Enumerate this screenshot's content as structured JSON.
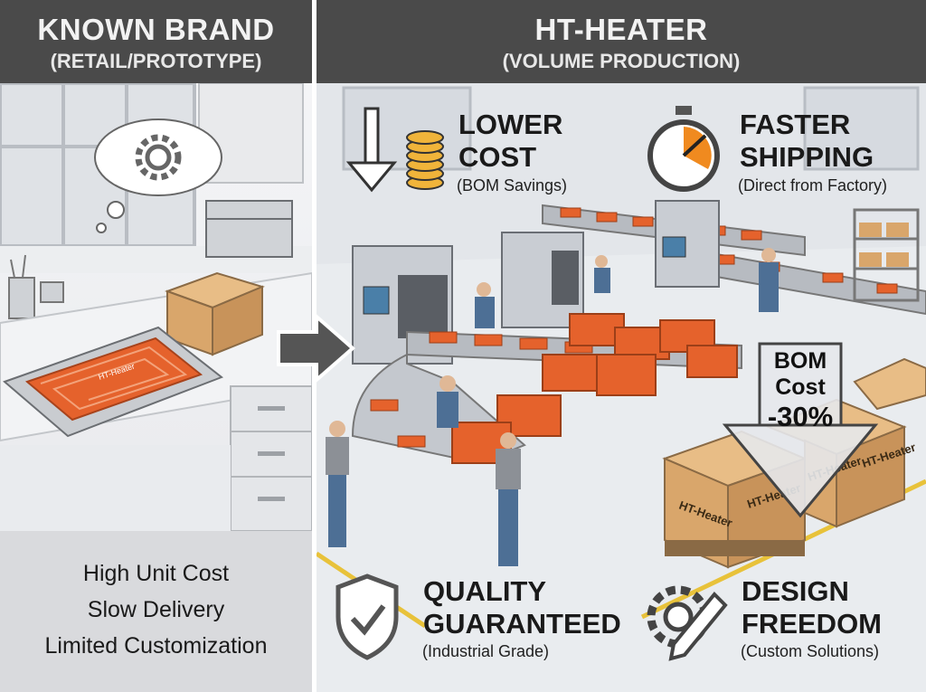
{
  "left": {
    "title": "KNOWN BRAND",
    "subtitle": "(RETAIL/PROTOTYPE)",
    "negatives": [
      "High Unit Cost",
      "Slow Delivery",
      "Limited Customization"
    ],
    "heater_label": "HT-Heater"
  },
  "right": {
    "title": "HT-HEATER",
    "subtitle": "(VOLUME PRODUCTION)",
    "features": [
      {
        "title_line1": "LOWER",
        "title_line2": "COST",
        "subtitle": "(BOM Savings)",
        "icon": "coins-down-icon"
      },
      {
        "title_line1": "FASTER",
        "title_line2": "SHIPPING",
        "subtitle": "(Direct from Factory)",
        "icon": "stopwatch-icon"
      },
      {
        "title_line1": "QUALITY",
        "title_line2": "GUARANTEED",
        "subtitle": "(Industrial Grade)",
        "icon": "shield-check-icon"
      },
      {
        "title_line1": "DESIGN",
        "title_line2": "FREEDOM",
        "subtitle": "(Custom Solutions)",
        "icon": "gear-pencil-icon"
      }
    ],
    "bom": {
      "line1": "BOM",
      "line2": "Cost",
      "line3": "-30%"
    },
    "box_label": "HT-Heater"
  },
  "colors": {
    "header_bg": "#4a4a4a",
    "accent_orange": "#e5622c",
    "box_brown": "#d9a66b"
  }
}
